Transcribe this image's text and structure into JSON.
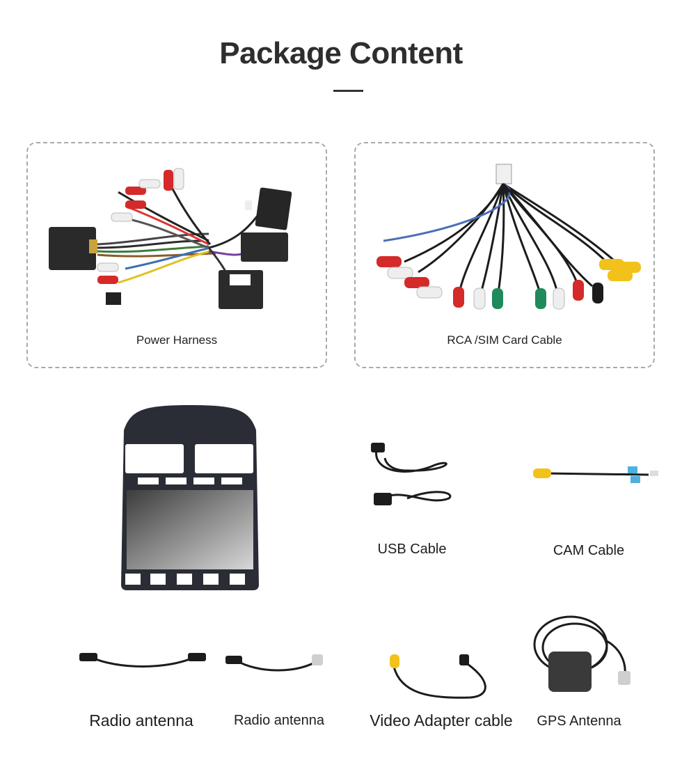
{
  "page": {
    "title": "Package Content"
  },
  "items": {
    "power_harness": "Power Harness",
    "rca_sim_cable": "RCA /SIM Card Cable",
    "usb_cable": "USB Cable",
    "cam_cable": "CAM Cable",
    "radio_antenna_1": "Radio antenna",
    "radio_antenna_2": "Radio antenna",
    "video_adapter_cable": "Video Adapter cable",
    "gps_antenna": "GPS Antenna"
  },
  "colors": {
    "cable_black": "#1c1c1c",
    "rca_red": "#d42a2a",
    "rca_white": "#eeeeee",
    "rca_yellow": "#f2c21a",
    "rca_green": "#1e8a5e",
    "screen_gray": "#9a9a9a"
  },
  "icons": [
    "power-harness-image",
    "rca-cable-image",
    "head-unit-image",
    "usb-cable-image",
    "cam-cable-image",
    "radio-antenna-image",
    "video-adapter-image",
    "gps-antenna-image"
  ]
}
